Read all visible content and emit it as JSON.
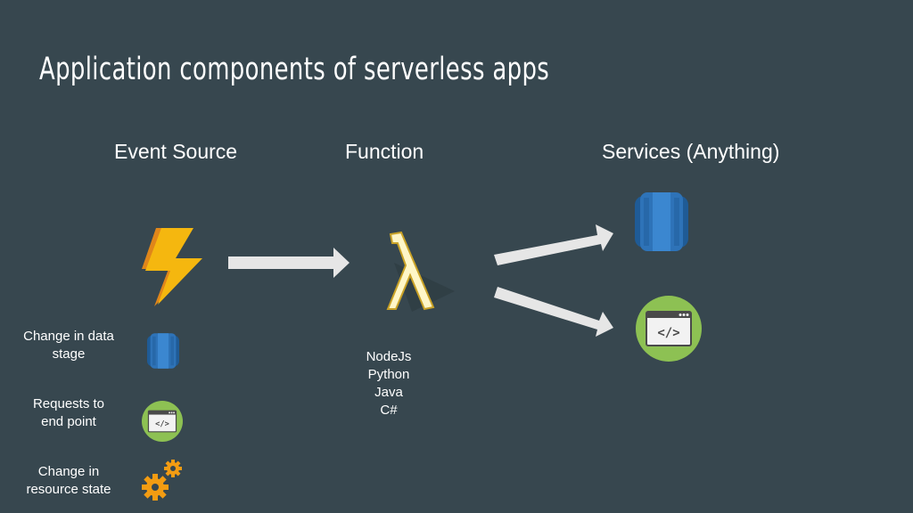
{
  "slide": {
    "title": "Application components of serverless apps"
  },
  "columns": {
    "event_source": "Event Source",
    "function": "Function",
    "services": "Services (Anything)"
  },
  "event_types": [
    {
      "label_line1": "Change in data",
      "label_line2": "stage",
      "icon": "database-icon"
    },
    {
      "label_line1": "Requests to",
      "label_line2": "end point",
      "icon": "api-endpoint-icon"
    },
    {
      "label_line1": "Change in",
      "label_line2": "resource state",
      "icon": "gears-icon"
    }
  ],
  "function_runtimes": [
    "NodeJs",
    "Python",
    "Java",
    "C#"
  ],
  "icons": {
    "event": "lightning-bolt-icon",
    "function": "lambda-icon",
    "service_1": "database-icon",
    "service_2": "api-endpoint-icon"
  },
  "colors": {
    "background": "#37474f",
    "bolt": "#f5b70f",
    "bolt_shadow": "#e0861a",
    "db_blue": "#2e73b8",
    "db_dark": "#1f5b96",
    "endpoint_green": "#8dc153",
    "arrow": "#e6e6e6",
    "gear": "#f39c12"
  }
}
